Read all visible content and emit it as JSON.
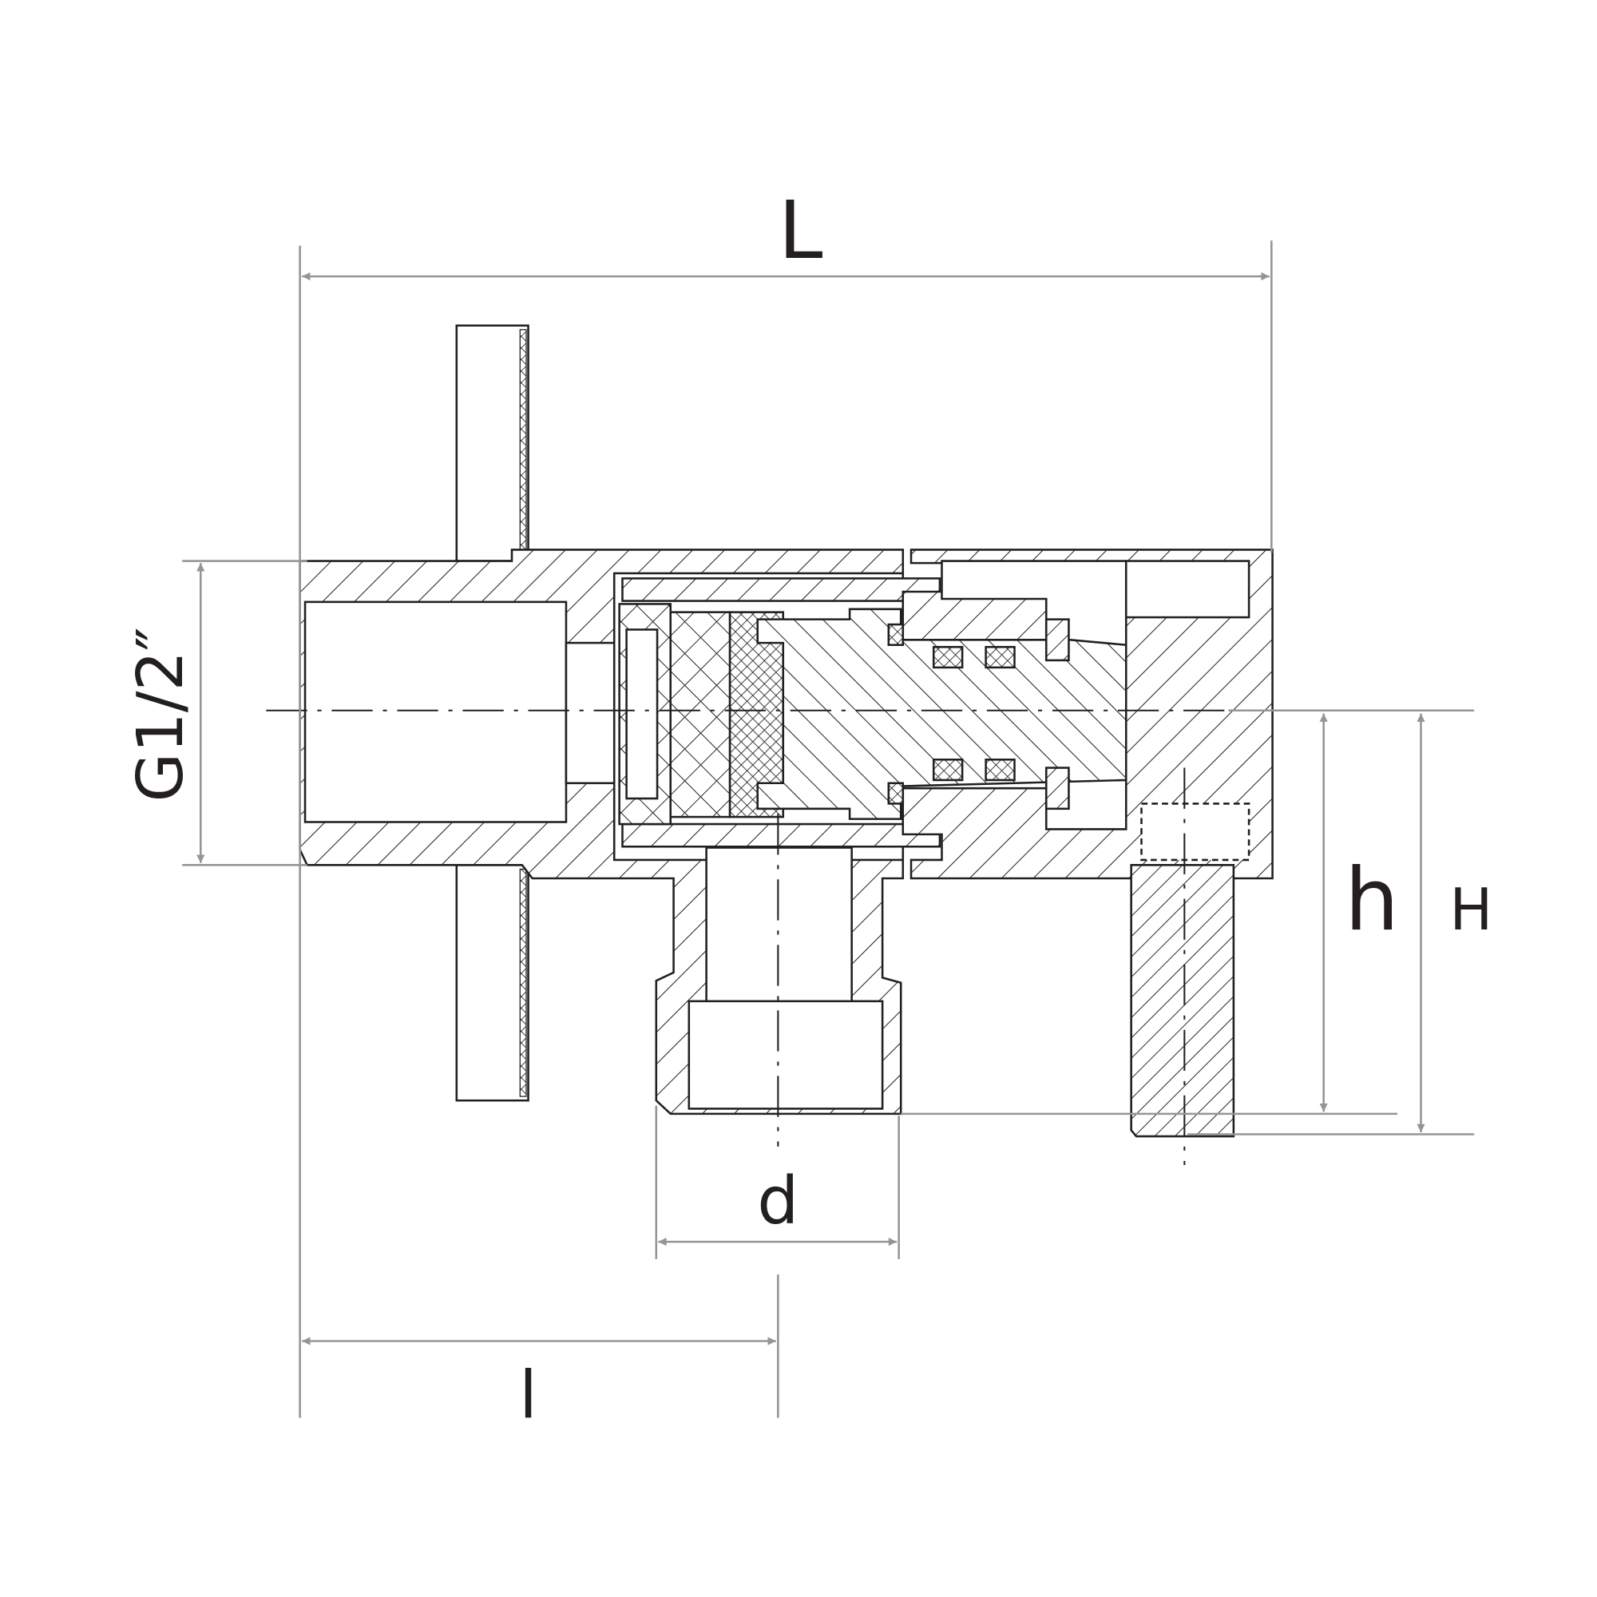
{
  "drawing": {
    "colors": {
      "line": "#231f20",
      "dimension": "#939598",
      "background": "#ffffff"
    },
    "dimensions": {
      "overall_length_label": "L",
      "thread_label": "G1/2″",
      "outlet_height_label": "h",
      "lever_height_label": "H",
      "outlet_diameter_label": "d",
      "outlet_offset_label": "l"
    }
  }
}
